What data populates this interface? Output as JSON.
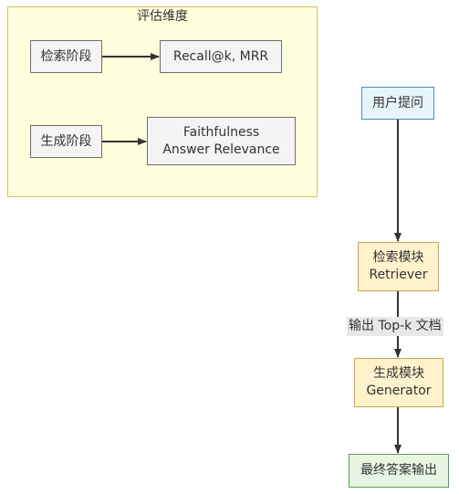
{
  "eval_group": {
    "title": "评估维度",
    "retrieval_stage": "检索阶段",
    "retrieval_metrics": "Recall@k, MRR",
    "generation_stage": "生成阶段",
    "generation_metrics": [
      "Faithfulness",
      "Answer Relevance"
    ]
  },
  "pipeline": {
    "user_question": "用户提问",
    "retriever_module": [
      "检索模块",
      "Retriever"
    ],
    "edge_label": "输出 Top-k 文档",
    "generator_module": [
      "生成模块",
      "Generator"
    ],
    "final_output": "最终答案输出"
  },
  "colors": {
    "eval_fill": "#ffffde",
    "eval_border": "#c9c95a",
    "stage_fill": "#f4f4f4",
    "question_fill": "#e6f4fb",
    "module_fill": "#fff2cc",
    "output_fill": "#e8f5e3",
    "edge": "#333333"
  }
}
